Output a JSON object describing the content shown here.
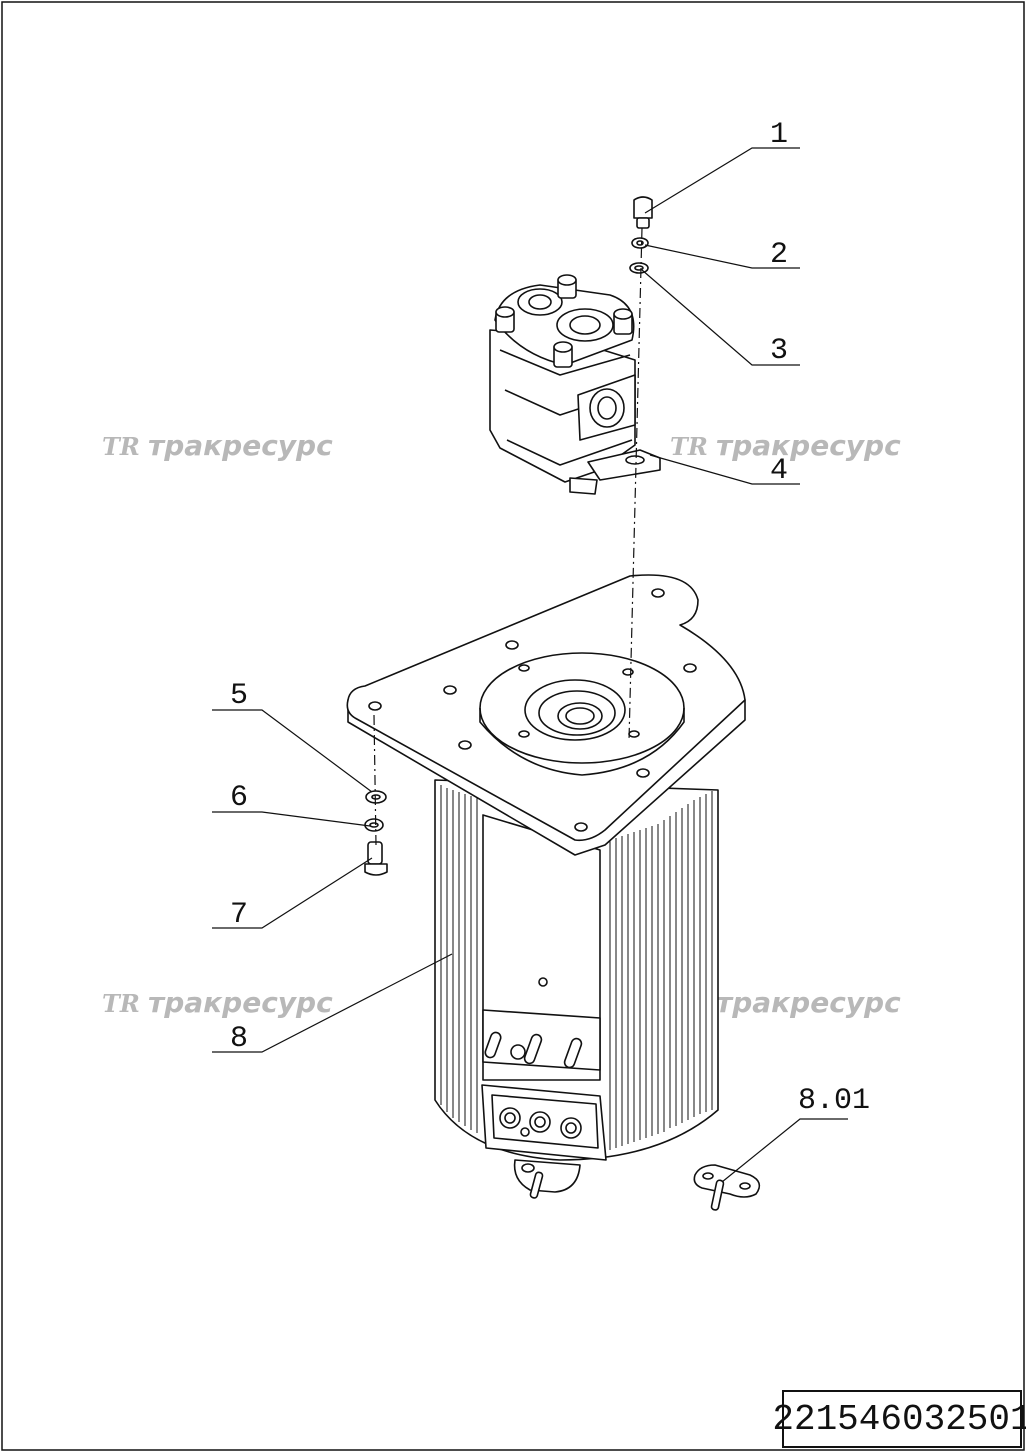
{
  "callouts": [
    {
      "id": "1",
      "label": "1"
    },
    {
      "id": "2",
      "label": "2"
    },
    {
      "id": "3",
      "label": "3"
    },
    {
      "id": "4",
      "label": "4"
    },
    {
      "id": "5",
      "label": "5"
    },
    {
      "id": "6",
      "label": "6"
    },
    {
      "id": "7",
      "label": "7"
    },
    {
      "id": "8",
      "label": "8"
    },
    {
      "id": "801",
      "label": "8.01"
    }
  ],
  "watermark": {
    "logo": "TR",
    "text": "тракресурс"
  },
  "title_block": {
    "document_number": "221546032501"
  },
  "colors": {
    "line": "#111111",
    "watermark": "#b8b8b8",
    "background": "#ffffff"
  }
}
